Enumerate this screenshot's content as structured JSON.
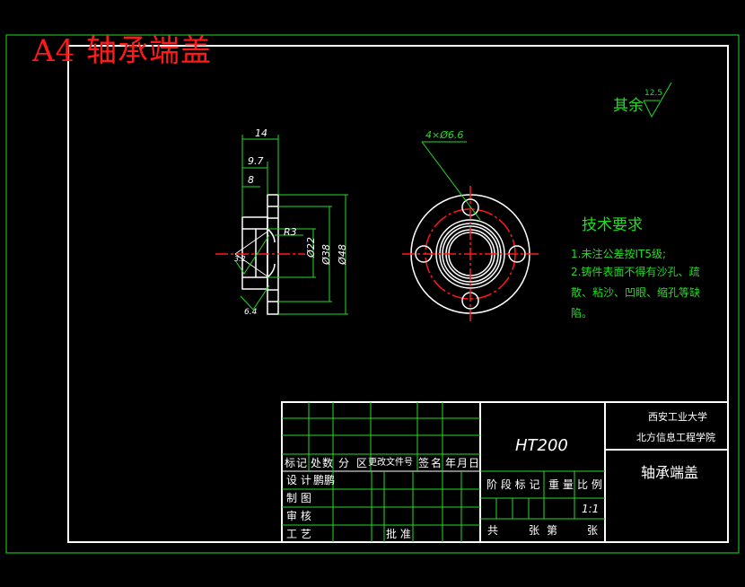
{
  "sheet_title": "A4  轴承端盖",
  "surface_note": {
    "prefix": "其余",
    "roughness": "12.5"
  },
  "dimensions": {
    "d14": "14",
    "d97": "9.7",
    "d8": "8",
    "r3": "R3",
    "phi22": "Ø22",
    "phi38": "Ø38",
    "phi48": "Ø48",
    "rough32": "3.2",
    "rough64": "6.4",
    "holes": "4×Ø6.6"
  },
  "tech_requirements": {
    "title": "技术要求",
    "lines": [
      "1.未注公差按IT5级;",
      "2.铸件表面不得有沙孔、疏",
      "散、粘沙、凹眼、缩孔等缺",
      "陷。"
    ]
  },
  "title_block": {
    "material": "HT200",
    "university_line1": "西安工业大学",
    "university_line2": "北方信息工程学院",
    "part_name": "轴承端盖",
    "row_headers": [
      "标",
      "记",
      "处",
      "数",
      "分",
      "区",
      "更改文件号",
      "签",
      "名",
      "年",
      "月",
      "日"
    ],
    "design": "设 计",
    "designer": "鹏鹏",
    "drawing": "制 图",
    "review": "审 核",
    "process": "工 艺",
    "approve": "批 准",
    "stage_mark": "阶 段 标 记",
    "weight": "重 量",
    "scale_label": "比 例",
    "scale": "1:1",
    "total": "共",
    "sheets": "张",
    "page": "第",
    "sheets2": "张"
  },
  "colors": {
    "background": "#000000",
    "border": "#ffffff",
    "frame": "#22dd22",
    "centerline": "#ff1a1a",
    "title": "#ff1a1a"
  }
}
